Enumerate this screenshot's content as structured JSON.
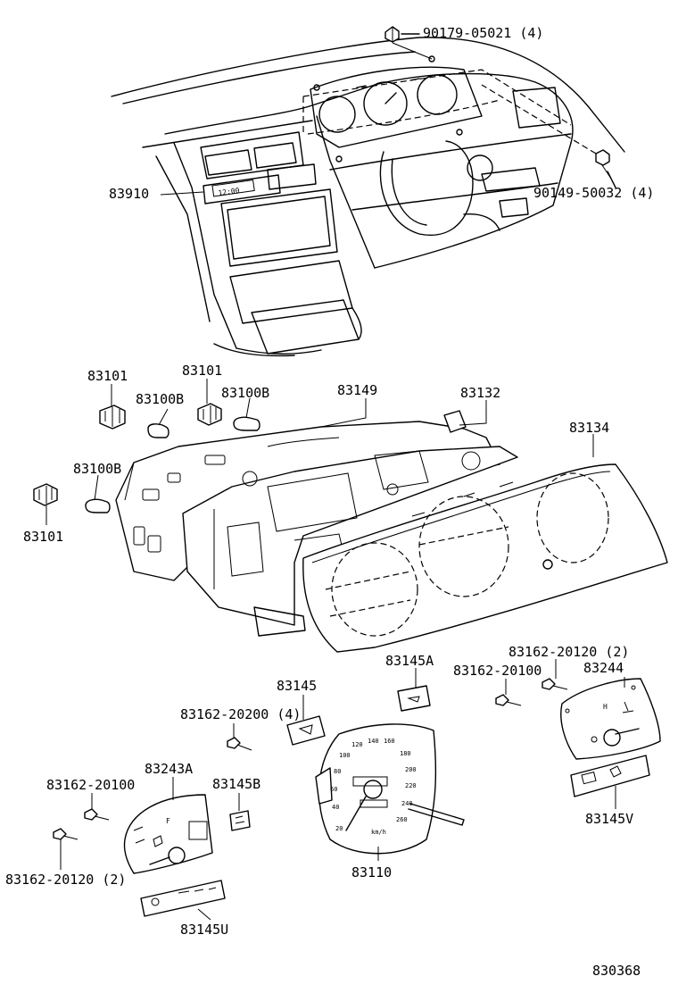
{
  "diagram_id": "830368",
  "callouts": [
    {
      "key": "p90179",
      "text": "90179-05021 (4)"
    },
    {
      "key": "p90149",
      "text": "90149-50032 (4)"
    },
    {
      "key": "p83910",
      "text": "83910"
    },
    {
      "key": "p83101a",
      "text": "83101"
    },
    {
      "key": "p83101b",
      "text": "83101"
    },
    {
      "key": "p83101c",
      "text": "83101"
    },
    {
      "key": "p83100Ba",
      "text": "83100B"
    },
    {
      "key": "p83100Bb",
      "text": "83100B"
    },
    {
      "key": "p83100Bc",
      "text": "83100B"
    },
    {
      "key": "p83149",
      "text": "83149"
    },
    {
      "key": "p83132",
      "text": "83132"
    },
    {
      "key": "p83134",
      "text": "83134"
    },
    {
      "key": "p83145A",
      "text": "83145A"
    },
    {
      "key": "p83162_20120a",
      "text": "83162-20120 (2)"
    },
    {
      "key": "p83162_20100a",
      "text": "83162-20100"
    },
    {
      "key": "p83244",
      "text": "83244"
    },
    {
      "key": "p83145",
      "text": "83145"
    },
    {
      "key": "p83162_20200",
      "text": "83162-20200 (4)"
    },
    {
      "key": "p83243A",
      "text": "83243A"
    },
    {
      "key": "p83145B",
      "text": "83145B"
    },
    {
      "key": "p83162_20100b",
      "text": "83162-20100"
    },
    {
      "key": "p83110",
      "text": "83110"
    },
    {
      "key": "p83145V",
      "text": "83145V"
    },
    {
      "key": "p83162_20120b",
      "text": "83162-20120 (2)"
    },
    {
      "key": "p83145U",
      "text": "83145U"
    }
  ],
  "speedometer": {
    "scale": [
      "20",
      "40",
      "60",
      "80",
      "100",
      "120",
      "140",
      "160",
      "180",
      "200",
      "220",
      "240",
      "260"
    ],
    "unit": "km/h"
  },
  "clock_display": "12:00",
  "fuel_gauge_mark": "F",
  "temp_gauge_mark": "H",
  "icons": [
    "speedometer-icon",
    "fuel-gauge-icon",
    "temperature-gauge-icon",
    "bulb-icon",
    "socket-icon",
    "screw-icon"
  ]
}
